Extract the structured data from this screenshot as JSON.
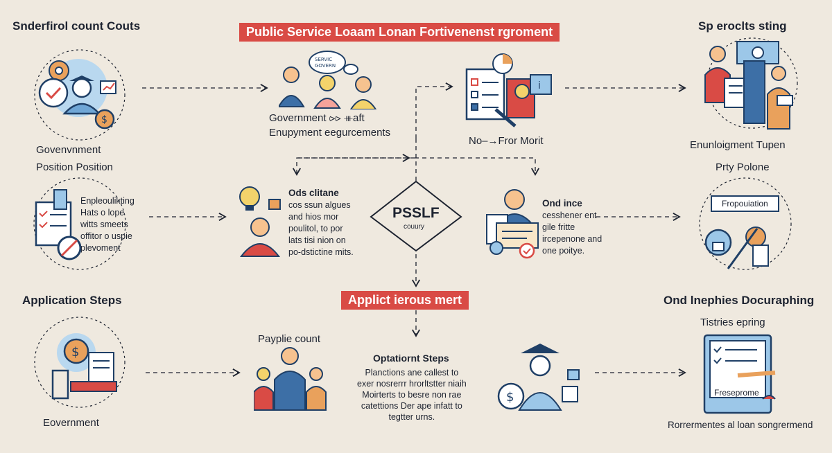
{
  "title_banner": "Public Service Loaam Lonan Fortivenenst rgroment",
  "top_left_heading": "Snderfirol count Couts",
  "top_right_heading": "Sp eroclts sting",
  "node_gov_employment": [
    "Government ⪧⪧ ⧻aft",
    "Enupyment eegurcements"
  ],
  "node_nonprofit": "No–→Fror Morit",
  "node_gov_position": [
    "Govenvnment",
    "Position Position"
  ],
  "node_employment_type": [
    "Enunloigment Tupen",
    "Prty Polone"
  ],
  "node_checklist_text": "Enpleoulikting\nHats o lope\nwitts smeets\noffitor o uspie\nplevoment",
  "node_ods_title": "Ods clitane",
  "node_ods_text": "cos ssun algues\nand hios mor\npoulitol, to por\nlats tisi nion on\npo-dstictine mits.",
  "center_node": {
    "title": "PSSLF",
    "sub": "couury"
  },
  "node_ond_title": "Ond ince",
  "node_ond_text": "cesshener ent\ngile fritte\nircepenone and\none poitye.",
  "banner_fropuination": "Fropouiation",
  "application_steps": "Application Steps",
  "applic_banner": "Applict ierous mert",
  "right_mid_heading": [
    "Ond lnephies Docuraphing",
    "Tistries epring"
  ],
  "payplie": "Payplie count",
  "optational": {
    "title": "Optatiornt Steps",
    "text": "Planctions ane callest to\nexer nosrerrr hrorltstter niaih\nMoirterts to besre non rae\ncatettions Der ape infatt to\ntegtter urns."
  },
  "eovernment": "Eovernment",
  "freseprome": "Freseprome",
  "bottom_right": "Rorrermentes al loan songrermend",
  "colors": {
    "accent": "#d94b45",
    "navy": "#1f3f66",
    "light_blue": "#9cc7e8",
    "orange": "#e9a15c",
    "background": "#efe9df"
  }
}
